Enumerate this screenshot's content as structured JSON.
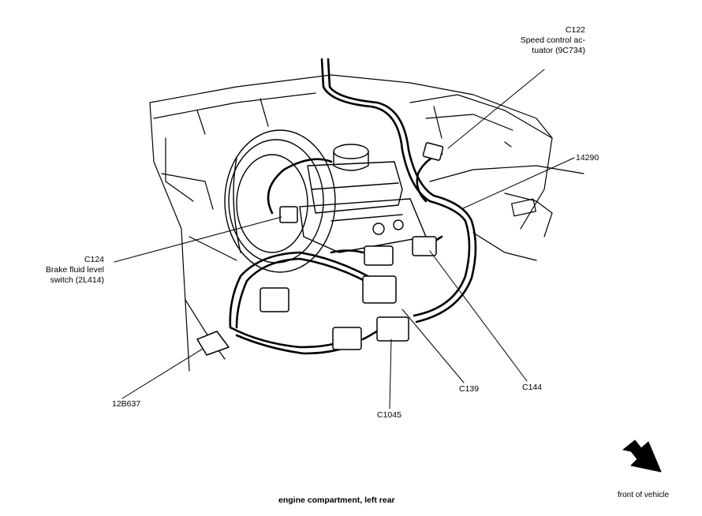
{
  "callouts": {
    "c122": {
      "id": "C122",
      "line1": "Speed control ac-",
      "line2": "tuator (9C734)"
    },
    "p14290": {
      "id": "14290"
    },
    "c124": {
      "id": "C124",
      "line1": "Brake fluid level",
      "line2": "switch (2L414)"
    },
    "p12b637": {
      "id": "12B637"
    },
    "c139": {
      "id": "C139"
    },
    "c144": {
      "id": "C144"
    },
    "c1045": {
      "id": "C1045"
    }
  },
  "caption": "engine compartment, left rear",
  "direction": {
    "label": "front of vehicle",
    "icon": "direction-arrow-icon"
  }
}
